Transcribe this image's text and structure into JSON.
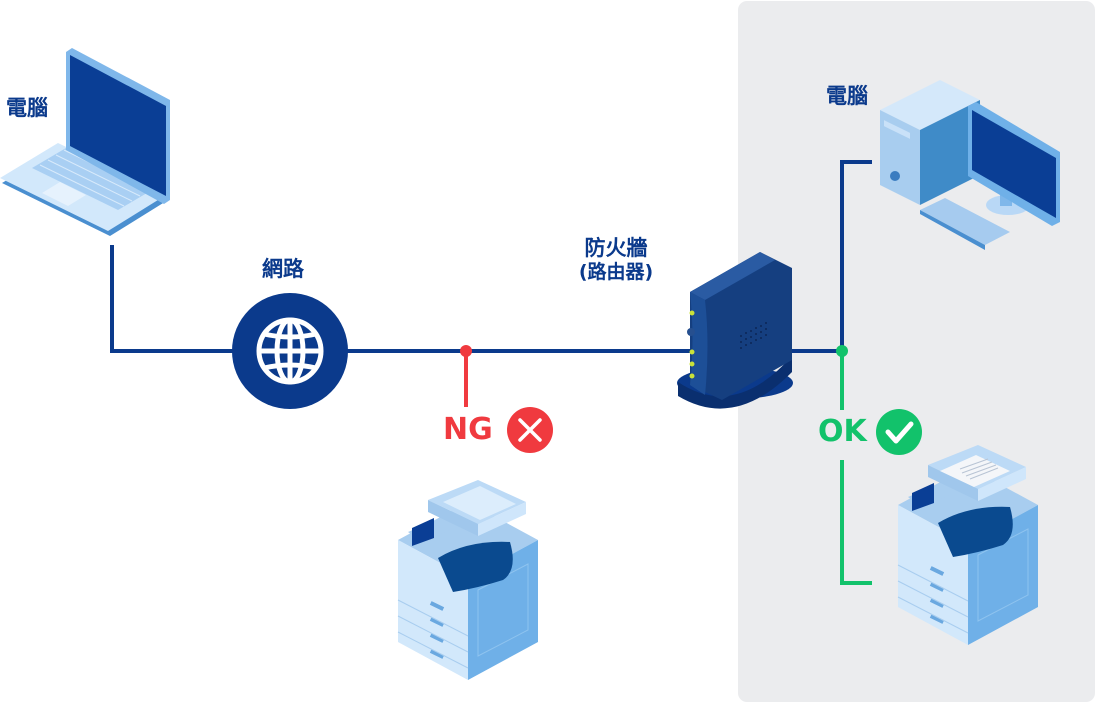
{
  "diagram": {
    "title": "",
    "colors": {
      "primary": "#0b3a8c",
      "ng": "#f03a3f",
      "ok": "#12c26b",
      "panel": "#ebecee",
      "device_light": "#cfe6fb",
      "device_mid": "#7eb9ea",
      "device_dark": "#0a4a8f"
    },
    "nodes": {
      "laptop": {
        "label": "電腦",
        "icon": "laptop-icon"
      },
      "internet": {
        "label": "網路",
        "icon": "globe-icon"
      },
      "firewall": {
        "label_line1": "防火牆",
        "label_line2": "(路由器)",
        "icon": "router-icon"
      },
      "desktop": {
        "label": "電腦",
        "icon": "desktop-pc-icon"
      },
      "printer_outside": {
        "icon": "multifunction-printer-icon"
      },
      "printer_inside": {
        "icon": "multifunction-printer-icon"
      }
    },
    "status": {
      "outside": {
        "text": "NG",
        "icon": "cross-circle-icon"
      },
      "inside": {
        "text": "OK",
        "icon": "check-circle-icon"
      }
    }
  }
}
